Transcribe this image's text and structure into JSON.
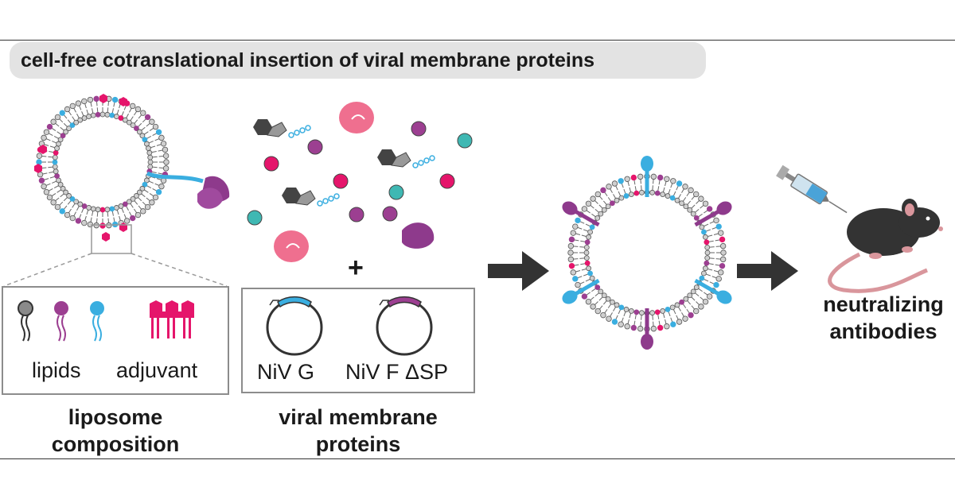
{
  "title": "cell-free cotranslational insertion of viral membrane proteins",
  "plus": "+",
  "liposome_box": {
    "lipids_label": "lipids",
    "adjuvant_label": "adjuvant"
  },
  "plasmid_box": {
    "niv_g_label": "NiV G",
    "niv_f_label": "NiV F ΔSP"
  },
  "captions": {
    "liposome_composition": [
      "liposome",
      "composition"
    ],
    "viral_membrane_proteins": [
      "viral membrane",
      "proteins"
    ],
    "outcome": [
      "neutralizing",
      "antibodies"
    ]
  },
  "colors": {
    "magenta": "#e5156b",
    "purple": "#9c3f91",
    "blue": "#3aaee0",
    "teal": "#3fb8b3",
    "grey": "#8a8a8a",
    "dark": "#333333",
    "pink": "#ef6f8f",
    "plum": "#8e3a8c"
  }
}
